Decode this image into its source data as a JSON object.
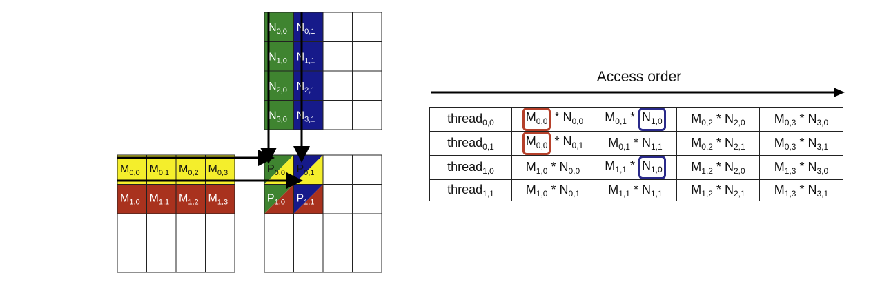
{
  "colors": {
    "m_row0": "#f4ee2c",
    "m_row1": "#a9321e",
    "n_col0": "#3f8430",
    "n_col1": "#161a8a",
    "m_box": "#b5402a",
    "n_box": "#2a2a8a",
    "grid": "#222222"
  },
  "n_matrix": {
    "col0": [
      {
        "base": "N",
        "sub": "0,0"
      },
      {
        "base": "N",
        "sub": "1,0"
      },
      {
        "base": "N",
        "sub": "2,0"
      },
      {
        "base": "N",
        "sub": "3,0"
      }
    ],
    "col1": [
      {
        "base": "N",
        "sub": "0,1"
      },
      {
        "base": "N",
        "sub": "1,1"
      },
      {
        "base": "N",
        "sub": "2,1"
      },
      {
        "base": "N",
        "sub": "3,1"
      }
    ]
  },
  "m_matrix": {
    "row0": [
      {
        "base": "M",
        "sub": "0,0"
      },
      {
        "base": "M",
        "sub": "0,1"
      },
      {
        "base": "M",
        "sub": "0,2"
      },
      {
        "base": "M",
        "sub": "0,3"
      }
    ],
    "row1": [
      {
        "base": "M",
        "sub": "1,0"
      },
      {
        "base": "M",
        "sub": "1,1"
      },
      {
        "base": "M",
        "sub": "1,2"
      },
      {
        "base": "M",
        "sub": "1,3"
      }
    ]
  },
  "p_matrix": {
    "cells": [
      {
        "base": "P",
        "sub": "0,0"
      },
      {
        "base": "P",
        "sub": "0,1"
      },
      {
        "base": "P",
        "sub": "1,0"
      },
      {
        "base": "P",
        "sub": "1,1"
      }
    ]
  },
  "access_order": {
    "title": "Access order",
    "rows": [
      {
        "thread": {
          "base": "thread",
          "sub": "0,0"
        },
        "cells": [
          {
            "m": "0,0",
            "n": "0,0",
            "box": "m"
          },
          {
            "m": "0,1",
            "n": "1,0",
            "box": "n"
          },
          {
            "m": "0,2",
            "n": "2,0",
            "box": ""
          },
          {
            "m": "0,3",
            "n": "3,0",
            "box": ""
          }
        ]
      },
      {
        "thread": {
          "base": "thread",
          "sub": "0,1"
        },
        "cells": [
          {
            "m": "0,0",
            "n": "0,1",
            "box": "m"
          },
          {
            "m": "0,1",
            "n": "1,1",
            "box": ""
          },
          {
            "m": "0,2",
            "n": "2,1",
            "box": ""
          },
          {
            "m": "0,3",
            "n": "3,1",
            "box": ""
          }
        ]
      },
      {
        "thread": {
          "base": "thread",
          "sub": "1,0"
        },
        "cells": [
          {
            "m": "1,0",
            "n": "0,0",
            "box": ""
          },
          {
            "m": "1,1",
            "n": "1,0",
            "box": "n"
          },
          {
            "m": "1,2",
            "n": "2,0",
            "box": ""
          },
          {
            "m": "1,3",
            "n": "3,0",
            "box": ""
          }
        ]
      },
      {
        "thread": {
          "base": "thread",
          "sub": "1,1"
        },
        "cells": [
          {
            "m": "1,0",
            "n": "0,1",
            "box": ""
          },
          {
            "m": "1,1",
            "n": "1,1",
            "box": ""
          },
          {
            "m": "1,2",
            "n": "2,1",
            "box": ""
          },
          {
            "m": "1,3",
            "n": "3,1",
            "box": ""
          }
        ]
      }
    ],
    "m_letter": "M",
    "n_letter": "N",
    "operator": "*"
  }
}
